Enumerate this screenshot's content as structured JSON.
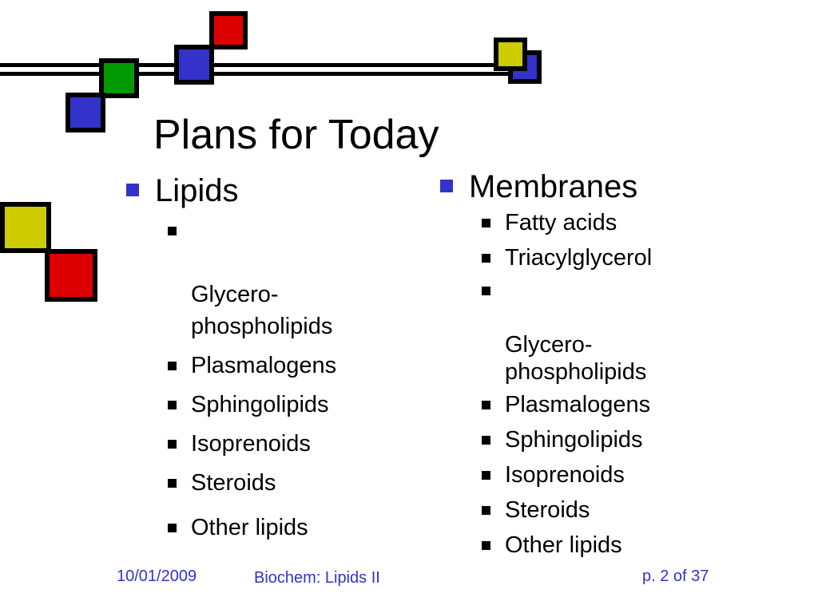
{
  "slide": {
    "title": "Plans for Today",
    "accent_colors": {
      "bullet_blue": "#3333cc",
      "square_blue": "#3333cc",
      "square_red": "#dd0000",
      "square_green": "#009900",
      "square_yellow": "#cccc00",
      "footer_text": "#3333cc"
    },
    "left_column": {
      "heading": "Lipids",
      "items": [
        "Glycero-\nphospholipids",
        "Plasmalogens",
        "Sphingolipids",
        "Isoprenoids",
        "Steroids",
        "Other lipids"
      ]
    },
    "right_column": {
      "heading": "Membranes",
      "items": [
        "Fatty acids",
        "Triacylglycerol",
        "Glycero-\nphospholipids",
        "Plasmalogens",
        "Sphingolipids",
        "Isoprenoids",
        "Steroids",
        "Other lipids"
      ]
    }
  },
  "footer": {
    "date": "10/01/2009",
    "course": "Biochem: Lipids II",
    "page": "p. 2 of 37"
  }
}
